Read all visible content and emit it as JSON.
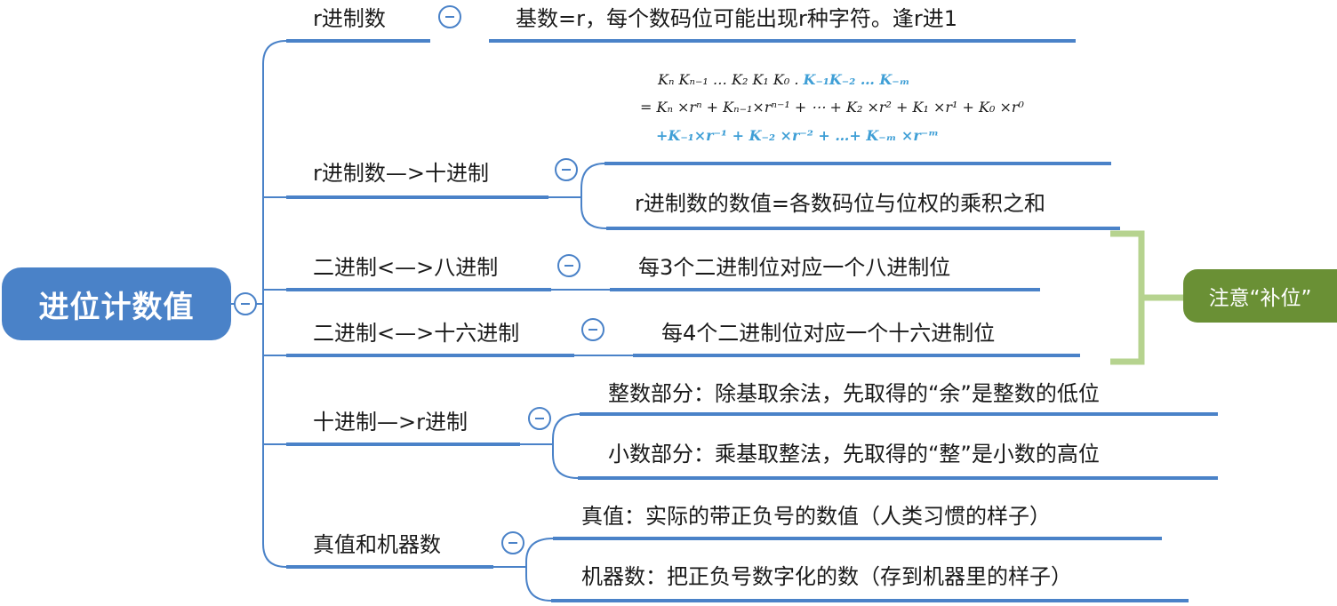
{
  "root": {
    "label": "进位计数值"
  },
  "note": {
    "label": "注意“补位”"
  },
  "branches": [
    {
      "label": "r进制数",
      "details": [
        "基数=r，每个数码位可能出现r种字符。逢r进1"
      ]
    },
    {
      "label": "r进制数—>十进制",
      "details": [
        "r进制数的数值=各数码位与位权的乘积之和"
      ]
    },
    {
      "label": "二进制<—>八进制",
      "details": [
        "每3个二进制位对应一个八进制位"
      ]
    },
    {
      "label": "二进制<—>十六进制",
      "details": [
        "每4个二进制位对应一个十六进制位"
      ]
    },
    {
      "label": "十进制—>r进制",
      "details": [
        "整数部分：除基取余法，先取得的“余”是整数的低位",
        "小数部分：乘基取整法，先取得的“整”是小数的高位"
      ]
    },
    {
      "label": "真值和机器数",
      "details": [
        "真值：实际的带正负号的数值（人类习惯的样子）",
        "机器数：把正负号数字化的数（存到机器里的样子）"
      ]
    }
  ],
  "formula": {
    "line1_main": "Kₙ Kₙ₋₁ … K₂ K₁ K₀ .",
    "line1_frac": "K₋₁K₋₂ … K₋ₘ",
    "line2": "= Kₙ ×rⁿ + Kₙ₋₁×rⁿ⁻¹ + ⋯ + K₂ ×r² + K₁ ×r¹ + K₀ ×r⁰",
    "line3": "+K₋₁×r⁻¹ + K₋₂ ×r⁻² + …+ K₋ₘ ×r⁻ᵐ"
  },
  "colors": {
    "primary": "#4a82c8",
    "note": "#6a9035",
    "bracket": "#b6d38f",
    "formula_accent": "#3f9fd6"
  }
}
